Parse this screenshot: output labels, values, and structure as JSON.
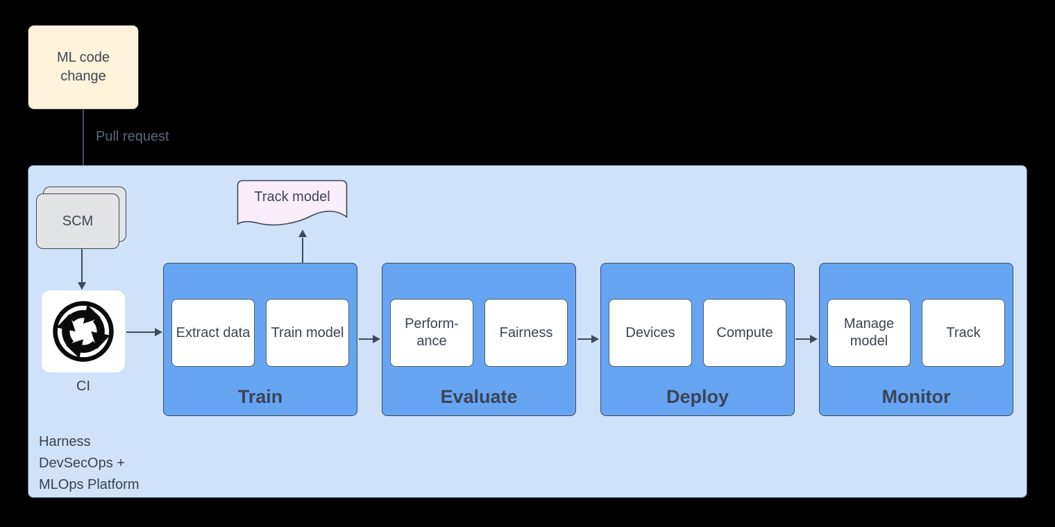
{
  "colors": {
    "background": "#000000",
    "platform_fill": "#cfe2fa",
    "platform_border": "#5a6b8a",
    "stage_fill": "#67a4f2",
    "note_fill": "#fdf3da",
    "doc_fill": "#f9edf9",
    "scm_fill": "#e2e3e5",
    "connector": "#3f4a5c",
    "text": "#39414f"
  },
  "source_node": {
    "label": "ML code change"
  },
  "edge_label": "Pull request",
  "platform": {
    "scm_label": "SCM",
    "ci_label": "CI",
    "ci_icon": "cycle-arrows-icon",
    "doc_label": "Track model",
    "caption_lines": [
      "Harness",
      "DevSecOps +",
      "MLOps Platform"
    ]
  },
  "stages": [
    {
      "label": "Train",
      "steps": [
        "Extract data",
        "Train model"
      ]
    },
    {
      "label": "Evaluate",
      "steps": [
        "Perform-ance",
        "Fairness"
      ]
    },
    {
      "label": "Deploy",
      "steps": [
        "Devices",
        "Compute"
      ]
    },
    {
      "label": "Monitor",
      "steps": [
        "Manage model",
        "Track"
      ]
    }
  ]
}
